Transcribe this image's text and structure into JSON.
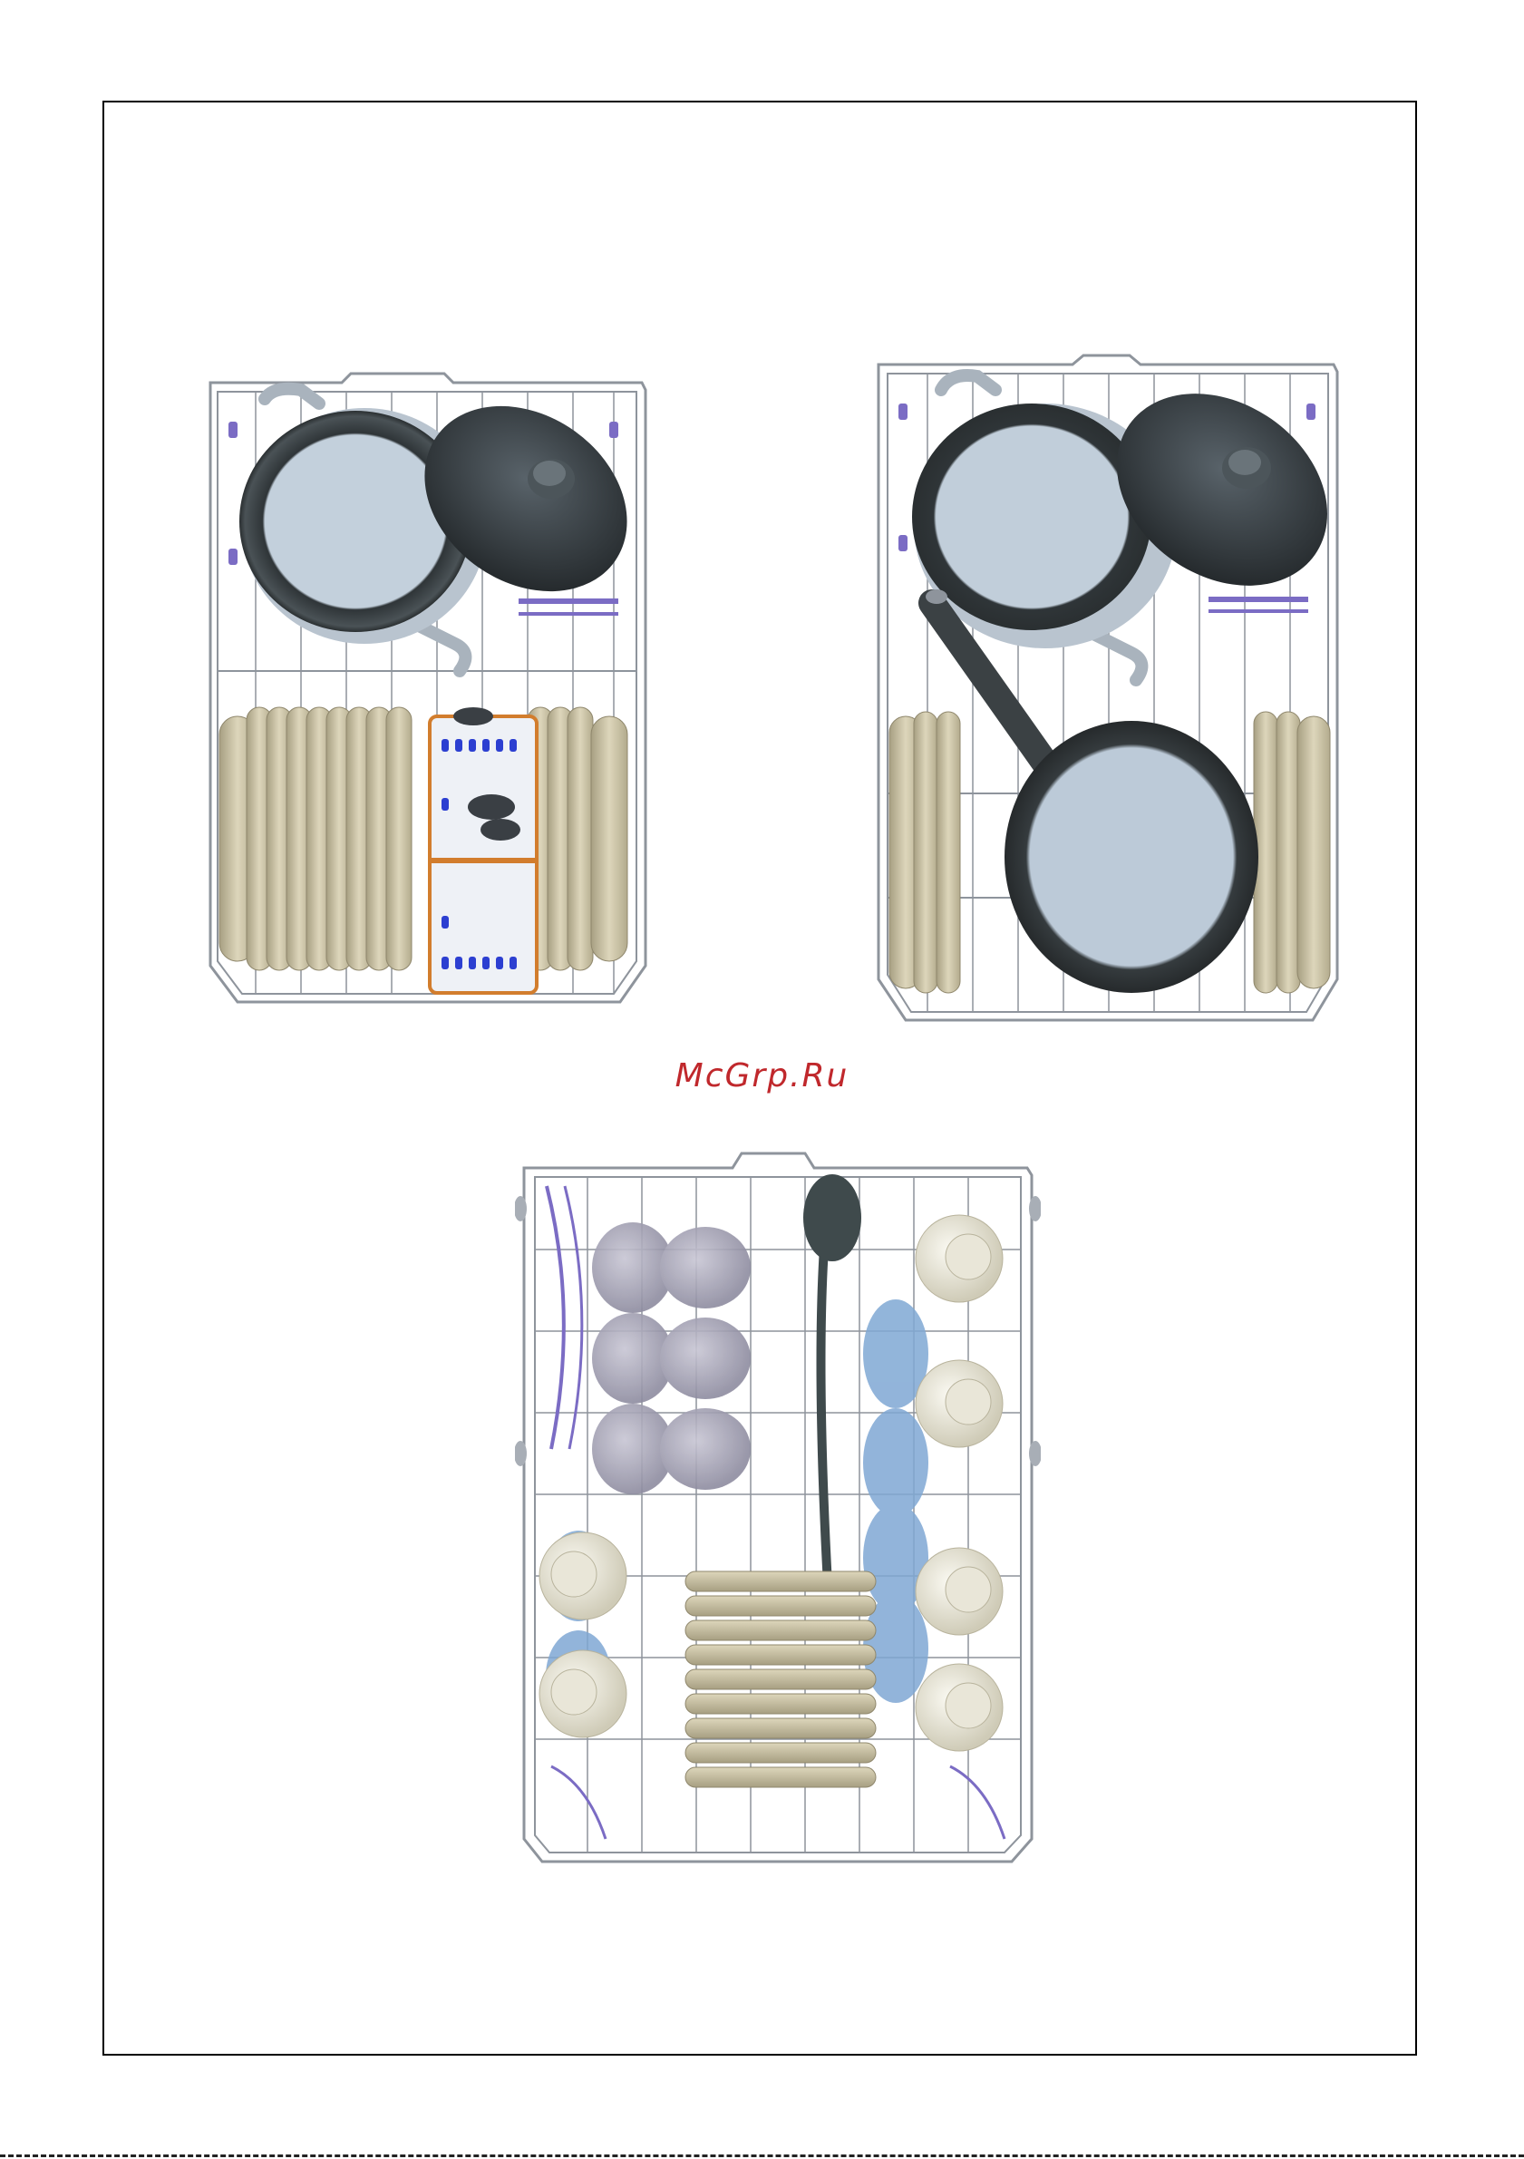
{
  "watermark": {
    "text": "McGrp.Ru"
  },
  "figures": [
    {
      "name": "lower-basket-pots-plates",
      "items": [
        "wire-basket",
        "casserole-pot",
        "pot-lid",
        "plates",
        "cutlery-basket"
      ]
    },
    {
      "name": "lower-basket-pot-frying-pan",
      "items": [
        "wire-basket",
        "casserole-pot",
        "pot-lid",
        "frying-pan",
        "plates"
      ]
    },
    {
      "name": "upper-basket-cups-glasses",
      "items": [
        "wire-basket",
        "glasses",
        "cups",
        "saucers",
        "small-plates",
        "ladle"
      ]
    }
  ],
  "colors": {
    "wire": "#8e949c",
    "clip": "#7b6cc4",
    "pot": "#3b4144",
    "pot_inner": "#b9c8d6",
    "plate": "#cbc3a4",
    "cup": "#efece0",
    "glass": "#a9a8b8",
    "saucer": "#7fa8d4",
    "cutlery": "#2c3fd1",
    "watermark": "#c0282c"
  }
}
